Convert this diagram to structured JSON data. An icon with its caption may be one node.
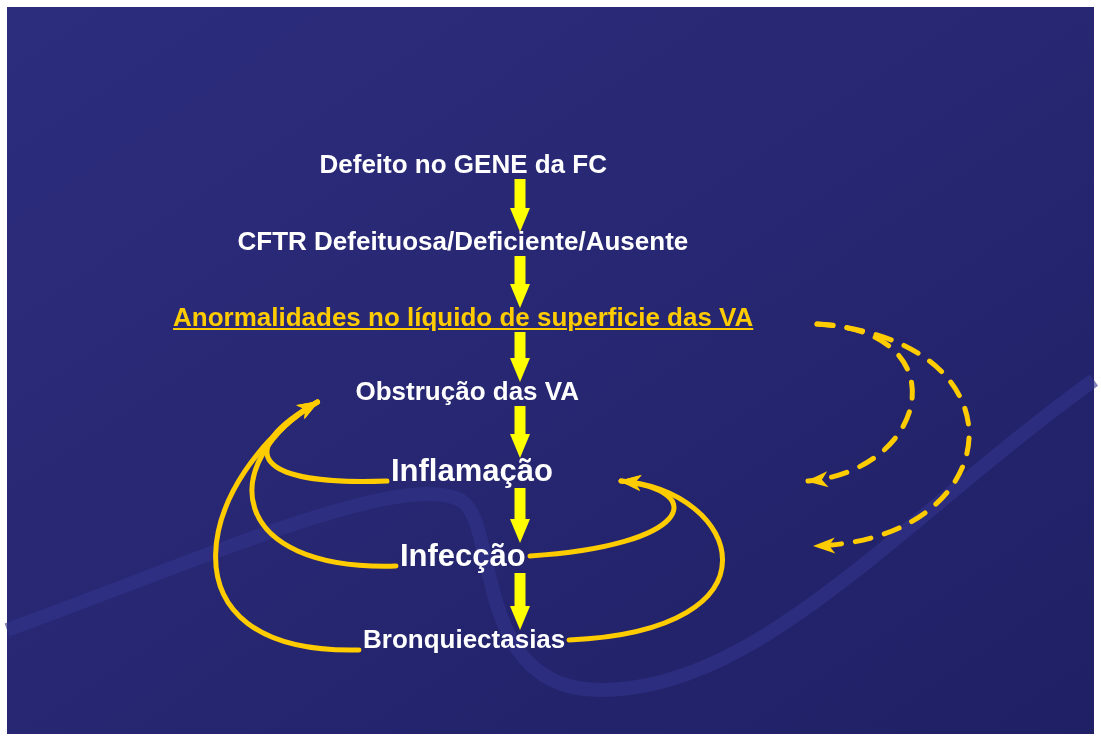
{
  "diagram": {
    "nodes": [
      {
        "text": [
          "Defeito no GENE da FC"
        ]
      },
      {
        "text": [
          "CFTR Defeituosa/Deficiente/Ausente"
        ]
      },
      {
        "text": [
          "Anormalidades no líquido de superficie das VA"
        ]
      },
      {
        "text": [
          "Obstrução das VA"
        ]
      },
      {
        "text": [
          "Inflamação"
        ]
      },
      {
        "text": [
          "Infecção"
        ]
      },
      {
        "text": [
          "Bronquiectasias"
        ]
      }
    ],
    "edges": [
      {
        "from": 0,
        "to": 1,
        "arrow": "to",
        "style": "thick",
        "color": "#ffff00"
      },
      {
        "from": 1,
        "to": 2,
        "arrow": "to",
        "style": "thick",
        "color": "#ffff00"
      },
      {
        "from": 2,
        "to": 3,
        "arrow": "to",
        "style": "thick",
        "color": "#ffff00"
      },
      {
        "from": 3,
        "to": 4,
        "arrow": "to",
        "style": "thick",
        "color": "#ffff00"
      },
      {
        "from": 4,
        "to": 5,
        "arrow": "to",
        "style": "thick",
        "color": "#ffff00"
      },
      {
        "from": 5,
        "to": 6,
        "arrow": "to",
        "style": "thick",
        "color": "#ffff00"
      },
      {
        "from": 4,
        "to": 3,
        "arrow": "to"
      },
      {
        "from": 5,
        "to": 3,
        "arrow": "to"
      },
      {
        "from": 6,
        "to": 3,
        "arrow": "to"
      },
      {
        "from": 5,
        "to": 4,
        "arrow": "to"
      },
      {
        "from": 6,
        "to": 4,
        "arrow": "to"
      },
      {
        "from": 2,
        "to": null,
        "arrow": "to",
        "style": "dashed"
      },
      {
        "from": 2,
        "to": null,
        "arrow": "to",
        "style": "dashed"
      }
    ]
  }
}
